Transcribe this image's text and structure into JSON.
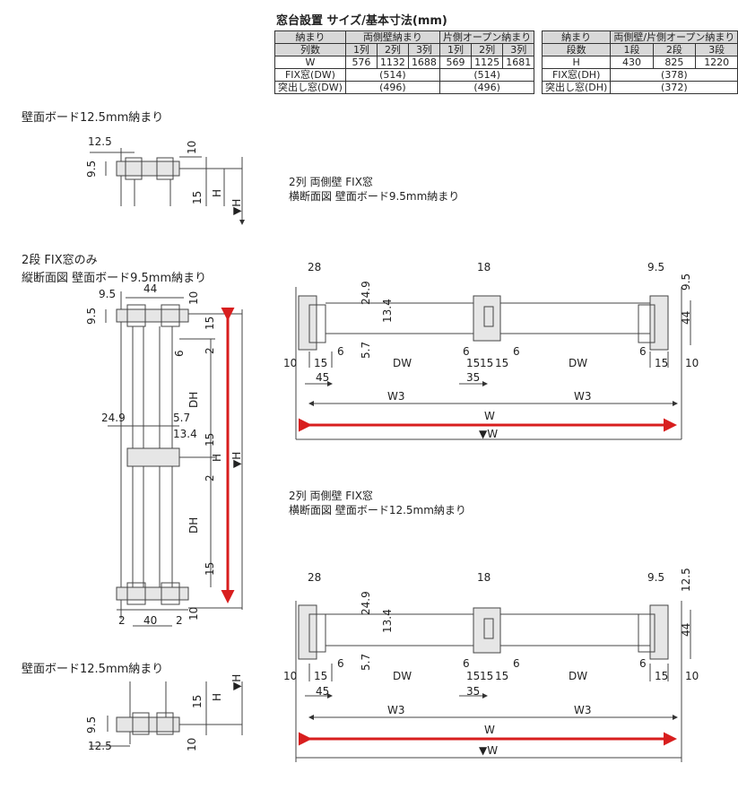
{
  "table_title": "窓台設置 サイズ/基本寸法(mm)",
  "table_left": {
    "header": [
      "納まり",
      "両側壁納まり",
      "片側オープン納まり"
    ],
    "subheader": [
      "列数",
      "1列",
      "2列",
      "3列",
      "1列",
      "2列",
      "3列"
    ],
    "w_row": [
      "W",
      "576",
      "1132",
      "1688",
      "569",
      "1125",
      "1681"
    ],
    "fix_row": [
      "FIX窓(DW)",
      "(514)",
      "(514)"
    ],
    "proj_row": [
      "突出し窓(DW)",
      "(496)",
      "(496)"
    ]
  },
  "table_right": {
    "header": [
      "納まり",
      "両側壁/片側オープン納まり"
    ],
    "subheader": [
      "段数",
      "1段",
      "2段",
      "3段"
    ],
    "h_row": [
      "H",
      "430",
      "825",
      "1220"
    ],
    "fix_row": [
      "FIX窓(DH)",
      "(378)"
    ],
    "proj_row": [
      "突出し窓(DH)",
      "(372)"
    ]
  },
  "captions": {
    "left_top_board": "壁面ボード12.5mm納まり",
    "right_top_line1": "2列 両側壁 FIX窓",
    "right_top_line2": "横断面図 壁面ボード9.5mm納まり",
    "left_mid_line1": "2段 FIX窓のみ",
    "left_mid_line2": "縦断面図 壁面ボード9.5mm納まり",
    "right_bottom_line1": "2列 両側壁 FIX窓",
    "right_bottom_line2": "横断面図 壁面ボード12.5mm納まり",
    "left_bottom_board": "壁面ボード12.5mm納まり"
  },
  "dims": {
    "d12_5": "12.5",
    "d10": "10",
    "d9_5": "9.5",
    "d15": "15",
    "H": "H",
    "tH": "▼H",
    "d44": "44",
    "d6": "6",
    "d2": "2",
    "DH": "DH",
    "d24_9": "24.9",
    "d5_7": "5.7",
    "d13_4": "13.4",
    "d40": "40",
    "d28": "28",
    "d18": "18",
    "DW": "DW",
    "d45": "45",
    "d35": "35",
    "W3": "W3",
    "W": "W",
    "tW": "▼W"
  },
  "colors": {
    "accent_arrow": "#d81e1e",
    "line": "#444444",
    "header_bg": "#d8d8d8"
  }
}
